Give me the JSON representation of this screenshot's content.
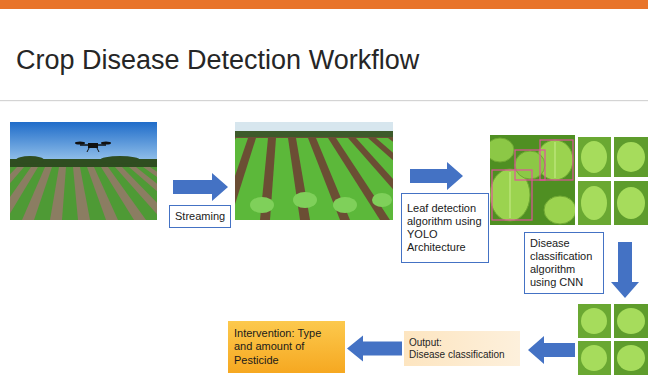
{
  "diagram": {
    "title": "Crop Disease Detection Workflow",
    "nodes": [
      {
        "text": [
          "Streaming"
        ]
      },
      {
        "text": [
          "Leaf detection algorithm using YOLO Architecture"
        ]
      },
      {
        "text": [
          "Disease classification algorithm using CNN"
        ]
      },
      {
        "text": [
          "Output:",
          "Disease classification"
        ]
      },
      {
        "text": [
          "Intervention: Type and amount of Pesticide"
        ]
      }
    ],
    "edges": [
      {
        "from": 3,
        "to": 4,
        "arrow": "to"
      }
    ]
  }
}
